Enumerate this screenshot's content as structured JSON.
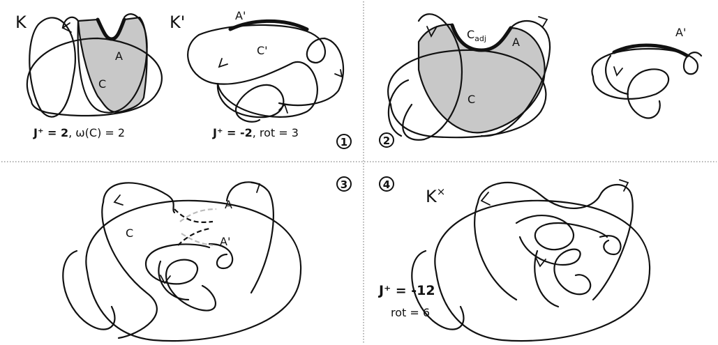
{
  "panels": [
    {
      "step": "1",
      "knot_label": "K",
      "region_label": "C",
      "arc_label": "A",
      "formula_j": "J⁺ = 2",
      "formula_extra": ", ω(C) = 2",
      "second_knot_label": "K'",
      "second_arc_label": "A'",
      "second_region_label": "C'",
      "second_formula_j": "J⁺ = -2",
      "second_formula_extra": ", rot = 3"
    },
    {
      "step": "2",
      "region_label": "C",
      "adj_region_main": "C",
      "adj_region_sub": "adj",
      "arc_label": "A",
      "second_arc_label": "A'"
    },
    {
      "step": "3",
      "region_label": "C",
      "arc_label": "A",
      "second_arc_label": "A'"
    },
    {
      "step": "4",
      "knot_label": "K",
      "knot_sup": "×",
      "formula_j": "J⁺ = -12",
      "formula_rot": "rot = 6"
    }
  ],
  "colors": {
    "ink": "#111111",
    "shade": "#c8c8c8",
    "divider": "#666666"
  }
}
